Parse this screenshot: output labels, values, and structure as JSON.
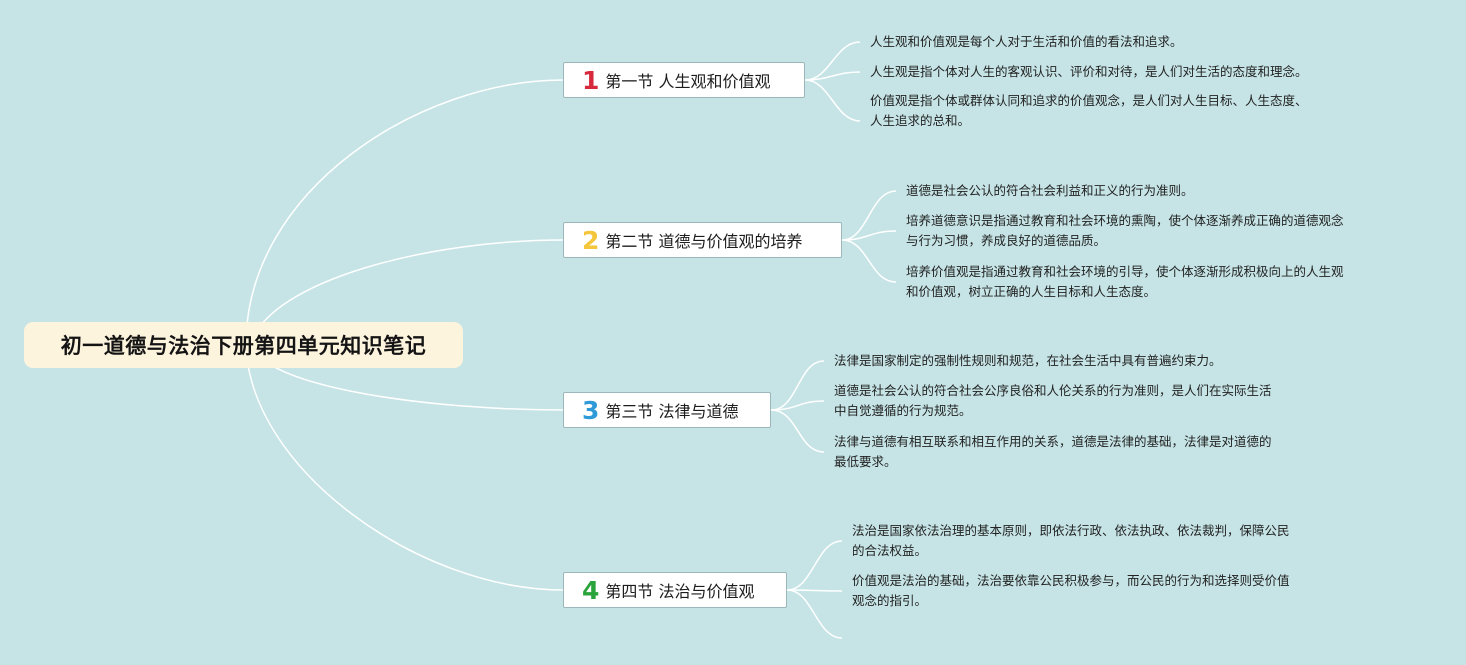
{
  "root": {
    "title": "初一道德与法治下册第四单元知识笔记"
  },
  "colors": {
    "background": "#c6e4e6",
    "root_fill": "#fdf4de",
    "connector": "#ffffff",
    "topic_border": "#9db8bb"
  },
  "topics": [
    {
      "number": "1",
      "number_color": "#d62a3c",
      "label": "第一节 人生观和价值观",
      "notes": [
        [
          "人生观和价值观是每个人对于生活和价值的看法和追求。"
        ],
        [
          "人生观是指个体对人生的客观认识、评价和对待，是人们对生活的态度和理念。"
        ],
        [
          "价值观是指个体或群体认同和追求的价值观念，是人们对人生目标、人生态度、",
          "人生追求的总和。"
        ]
      ]
    },
    {
      "number": "2",
      "number_color": "#f4c63b",
      "label": "第二节 道德与价值观的培养",
      "notes": [
        [
          "道德是社会公认的符合社会利益和正义的行为准则。"
        ],
        [
          "培养道德意识是指通过教育和社会环境的熏陶，使个体逐渐养成正确的道德观念",
          "与行为习惯，养成良好的道德品质。"
        ],
        [
          "培养价值观是指通过教育和社会环境的引导，使个体逐渐形成积极向上的人生观",
          "和价值观，树立正确的人生目标和人生态度。"
        ]
      ]
    },
    {
      "number": "3",
      "number_color": "#2e9ad8",
      "label": "第三节 法律与道德",
      "notes": [
        [
          "法律是国家制定的强制性规则和规范，在社会生活中具有普遍约束力。"
        ],
        [
          "道德是社会公认的符合社会公序良俗和人伦关系的行为准则，是人们在实际生活",
          "中自觉遵循的行为规范。"
        ],
        [
          "法律与道德有相互联系和相互作用的关系，道德是法律的基础，法律是对道德的",
          "最低要求。"
        ]
      ]
    },
    {
      "number": "4",
      "number_color": "#2aa33a",
      "label": "第四节 法治与价值观",
      "notes": [
        [
          "法治是国家依法治理的基本原则，即依法行政、依法执政、依法裁判，保障公民",
          "的合法权益。"
        ],
        [
          "价值观是法治的基础，法治要依靠公民积极参与，而公民的行为和选择则受价值",
          "观念的指引。"
        ]
      ]
    }
  ]
}
